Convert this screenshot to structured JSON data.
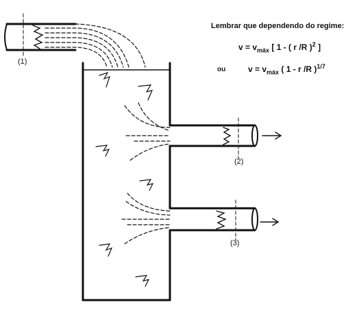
{
  "notes": {
    "header": "Lembrar que dependendo do regime:",
    "eq1_prefix": "v = v",
    "eq1_sub": "máx",
    "eq1_body": "[ 1 -  ( r /R )",
    "eq1_sup": "2",
    "eq1_close": "]",
    "ou": "ou",
    "eq2_prefix": "v = v",
    "eq2_sub": "máx",
    "eq2_body": "( 1 -  r /R )",
    "eq2_sup": "1/7"
  },
  "labels": {
    "section1": "(1)",
    "section2": "(2)",
    "section3": "(3)"
  },
  "icons": [
    "flow-arrow-icon",
    "velocity-profile-icon",
    "free-surface-mark-icon"
  ],
  "colors": {
    "ink": "#111111",
    "background": "#ffffff"
  }
}
